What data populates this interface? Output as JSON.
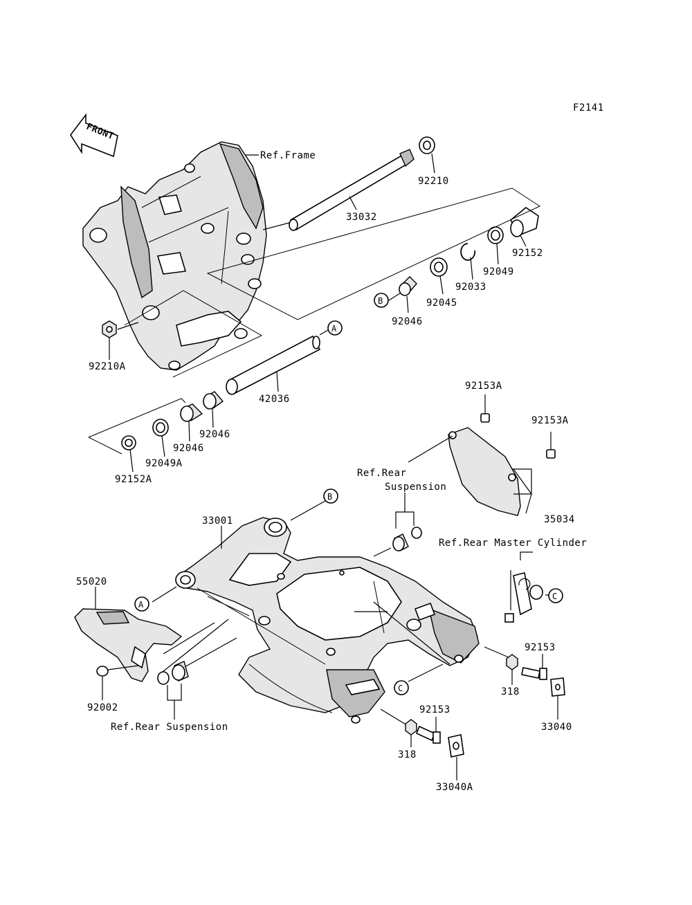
{
  "figure_code": "F2141",
  "front_arrow": "FRONT",
  "callouts": {
    "a": "A",
    "b": "B",
    "c": "C"
  },
  "labels": {
    "ref_frame": "Ref.Frame",
    "p92210": "92210",
    "p33032": "33032",
    "p92152": "92152",
    "p92049": "92049",
    "p92033": "92033",
    "p92045": "92045",
    "p92046_top": "92046",
    "p92210A": "92210A",
    "p42036": "42036",
    "p92046_a": "92046",
    "p92046_b": "92046",
    "p92049A": "92049A",
    "p92152A": "92152A",
    "p92153A_1": "92153A",
    "p92153A_2": "92153A",
    "p35034": "35034",
    "ref_rear_suspension_1": "Ref.Rear",
    "ref_rear_suspension_2": "Suspension",
    "ref_rear_master_cylinder": "Ref.Rear Master Cylinder",
    "p33001": "33001",
    "p55020": "55020",
    "p92002": "92002",
    "ref_rear_suspension_bottom": "Ref.Rear Suspension",
    "p92153_right": "92153",
    "p318_right": "318",
    "p33040": "33040",
    "p92153_bottom": "92153",
    "p318_bottom": "318",
    "p33040A": "33040A"
  }
}
